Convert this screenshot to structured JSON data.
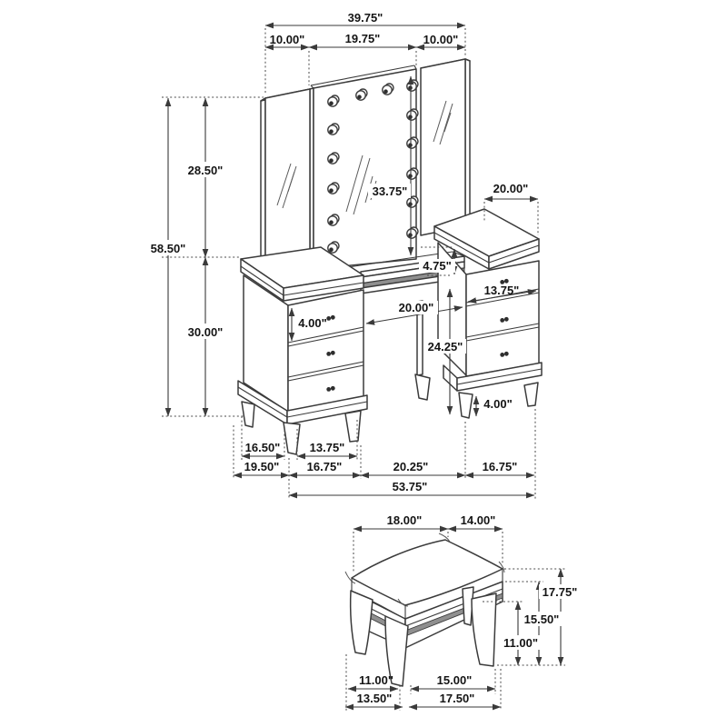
{
  "diagram": {
    "type": "technical-line-drawing",
    "subject": "vanity set with lighted mirror and stool",
    "line_color": "#3b3b3b",
    "background": "#ffffff",
    "mirror_bulb_count": 14
  },
  "vanity_dims": {
    "total_width": "39.75\"",
    "left_mirror_width": "10.00\"",
    "center_mirror_width": "19.75\"",
    "right_mirror_width": "10.00\"",
    "total_height": "58.50\"",
    "upper_mirror_height": "28.50\"",
    "base_height": "30.00\"",
    "center_mirror_height": "33.75\"",
    "counter_thickness": "4.75\"",
    "cabinet_top_depth": "20.00\"",
    "drawer_front_width": "13.75\"",
    "top_drawer_height": "4.00\"",
    "knee_space_width": "20.00\"",
    "knee_space_height": "24.25\"",
    "leg_height": "4.00\"",
    "leg_span_depth": "16.50\"",
    "leg_span_width": "13.75\"",
    "cabinet_depth": "19.50\"",
    "left_cabinet_width": "16.75\"",
    "center_span": "20.25\"",
    "right_cabinet_width": "16.75\"",
    "overall_width": "53.75\""
  },
  "stool_dims": {
    "seat_width": "18.00\"",
    "seat_depth": "14.00\"",
    "overall_height": "17.75\"",
    "seat_frame_height": "15.50\"",
    "leg_height": "11.00\"",
    "leg_span_depth": "11.00\"",
    "leg_span_width": "15.00\"",
    "base_depth": "13.50\"",
    "base_width": "17.50\""
  }
}
